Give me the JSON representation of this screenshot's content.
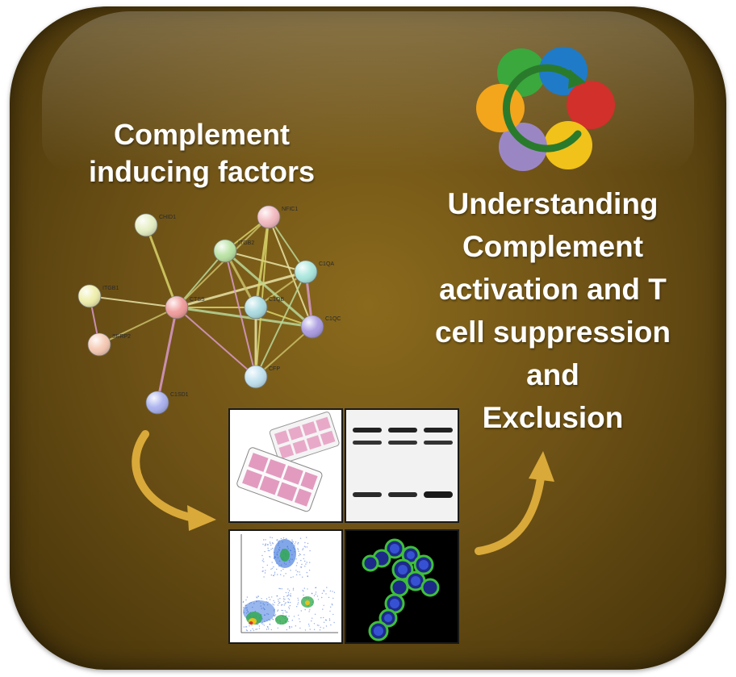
{
  "left_heading": {
    "line1": "Complement",
    "line2": "inducing factors"
  },
  "right_heading": {
    "line1": "Understanding",
    "line2": "Complement",
    "line3": "activation and T",
    "line4": "cell suppression",
    "line5": "and",
    "line6": "Exclusion"
  },
  "colors": {
    "panel": "#6e5216",
    "heading_text": "#ffffff",
    "arrow": "#d9a93a",
    "logo_green": "#3aa83c",
    "logo_blue": "#1f7bc8",
    "logo_red": "#d2302a",
    "logo_yellow": "#f0c21a",
    "logo_purple": "#9b86c4",
    "logo_orange": "#f3a51c"
  },
  "network": {
    "nodes": [
      {
        "name": "CHID1",
        "color": "#e4eec2"
      },
      {
        "name": "NFIC1",
        "color": "#f2b8be"
      },
      {
        "name": "ITGB2",
        "color": "#b8e2a2"
      },
      {
        "name": "C1QA",
        "color": "#a8e6dc"
      },
      {
        "name": "ITGB1",
        "color": "#eeeeaa"
      },
      {
        "name": "C1QB",
        "color": "#a9dbe0"
      },
      {
        "name": "C1QC",
        "color": "#a99ae0"
      },
      {
        "name": "SERP2",
        "color": "#f5c8b2"
      },
      {
        "name": "CFP",
        "color": "#bfe0ee"
      },
      {
        "name": "C1SD1",
        "color": "#a8b0ee"
      },
      {
        "name": "CTSS",
        "color": "#f09a9a"
      }
    ]
  }
}
